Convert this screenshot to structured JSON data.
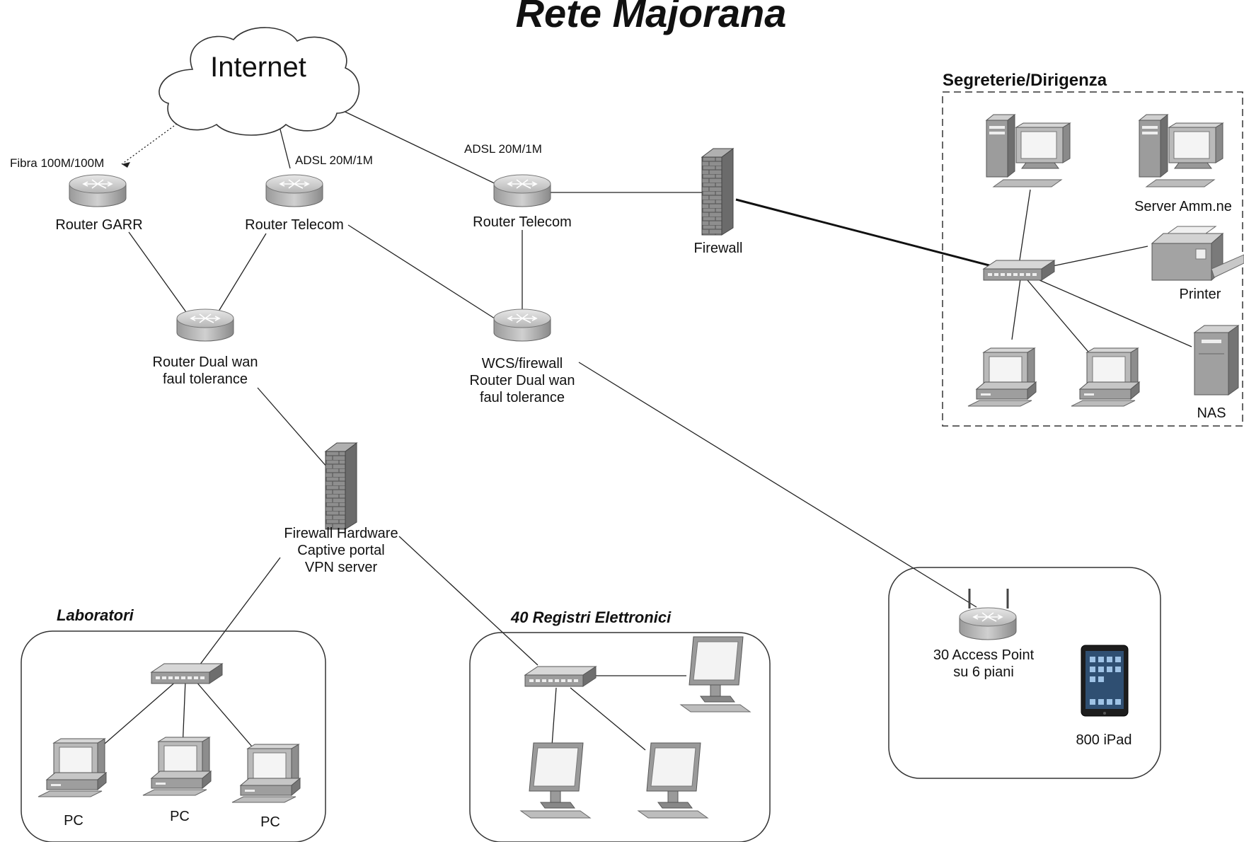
{
  "title": "Rete Majorana",
  "internet_label": "Internet",
  "links": {
    "fibra": "Fibra 100M/100M",
    "adsl_1": "ADSL 20M/1M",
    "adsl_2": "ADSL 20M/1M"
  },
  "routers": {
    "garr": "Router GARR",
    "telecom_1": "Router Telecom",
    "telecom_2": "Router Telecom",
    "dual_wan_line1": "Router Dual wan",
    "dual_wan_line2": "faul tolerance",
    "wcs_line1": "WCS/firewall",
    "wcs_line2": "Router Dual wan",
    "wcs_line3": "faul tolerance"
  },
  "firewall": {
    "top": "Firewall",
    "hw_line1": "Firewall Hardware",
    "hw_line2": "Captive portal",
    "hw_line3": "VPN server"
  },
  "segreterie": {
    "title": "Segreterie/Dirigenza",
    "server": "Server Amm.ne",
    "printer": "Printer",
    "nas": "NAS"
  },
  "laboratori": {
    "title": "Laboratori",
    "pc_1": "PC",
    "pc_2": "PC",
    "pc_3": "PC"
  },
  "registri": {
    "title": "40 Registri Elettronici"
  },
  "wireless": {
    "ap_line1": "30 Access Point",
    "ap_line2": "su 6 piani",
    "ipad": "800 iPad"
  }
}
